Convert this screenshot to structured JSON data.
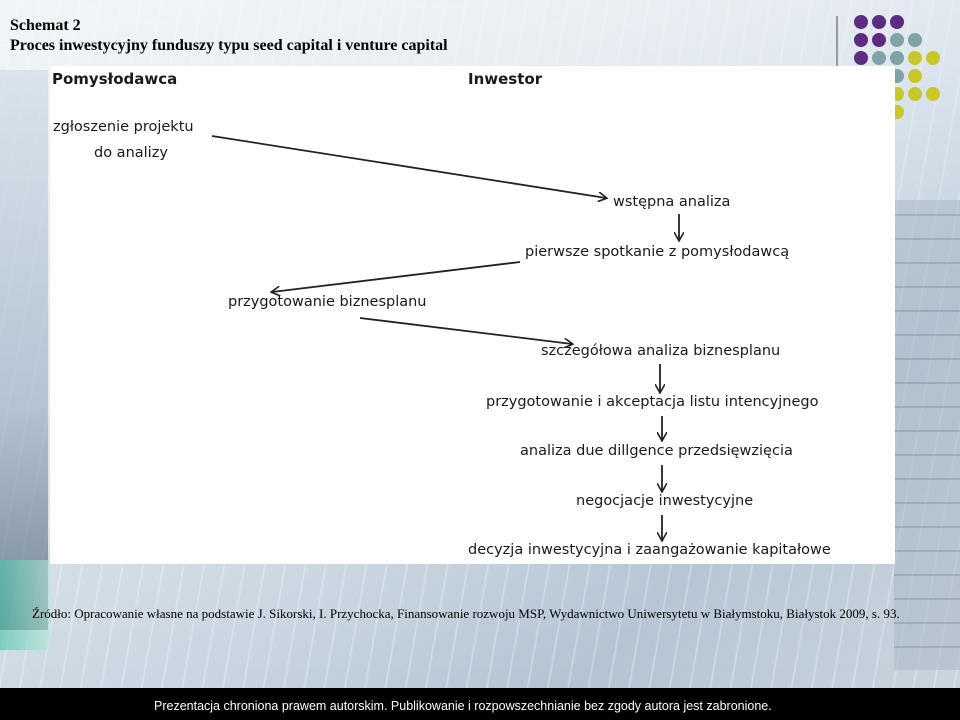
{
  "header": {
    "title_line1": "Schemat 2",
    "title_line2": "Proces inwestycyjny funduszy typu seed capital i venture capital"
  },
  "colors": {
    "dot_purple": "#5b2c82",
    "dot_teal": "#7fa3a8",
    "dot_yellow": "#c9c82a",
    "arrow": "#222222"
  },
  "diagram": {
    "left_column_title": "Pomysłodawca",
    "right_column_title": "Inwestor",
    "steps": {
      "s1": "zgłoszenie projektu",
      "s1b": "do analizy",
      "s2": "wstępna analiza",
      "s3": "pierwsze spotkanie z pomysłodawcą",
      "s4": "przygotowanie biznesplanu",
      "s5": "szczegółowa analiza biznesplanu",
      "s6": "przygotowanie i akceptacja listu intencyjnego",
      "s7": "analiza due dillgence przedsięwzięcia",
      "s8": "negocjacje inwestycyjne",
      "s9": "decyzja inwestycyjna i zaangażowanie kapitałowe"
    }
  },
  "source_note": "Źródło: Opracowanie własne na podstawie J. Sikorski, I. Przychocka, Finansowanie rozwoju MSP, Wydawnictwo Uniwersytetu w Białymstoku, Białystok 2009, s. 93.",
  "footer": {
    "copyright": "Prezentacja chroniona prawem autorskim. Publikowanie i rozpowszechnianie bez zgody autora jest zabronione."
  }
}
